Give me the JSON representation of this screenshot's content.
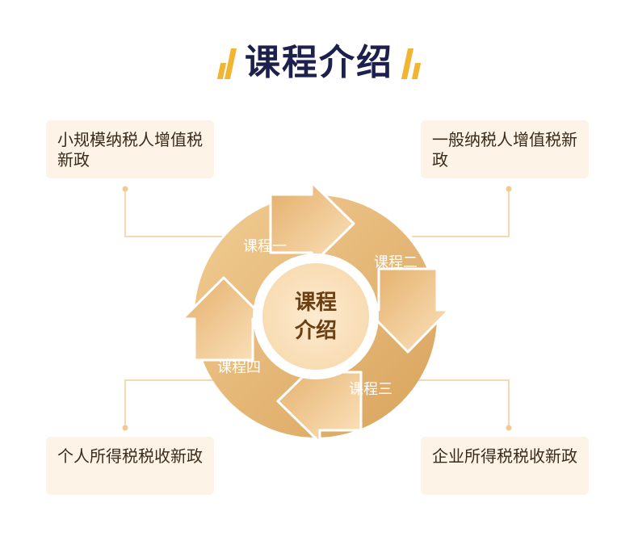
{
  "title": "课程介绍",
  "center": {
    "line1": "课程",
    "line2": "介绍"
  },
  "segments": [
    "课程一",
    "课程二",
    "课程三",
    "课程四"
  ],
  "cards": {
    "top_left": "小规模纳税人增值税新政",
    "top_right": "一般纳税人增值税新政",
    "bottom_left": "个人所得税税收新政",
    "bottom_right": "企业所得税税收新政"
  },
  "colors": {
    "title": "#1d1f4d",
    "accent_bar": "#f2b531",
    "card_bg": "#fdf3e6",
    "ring": "#e9bd7e",
    "connector": "#f5d9b0",
    "center_text": "#6b3f14"
  }
}
